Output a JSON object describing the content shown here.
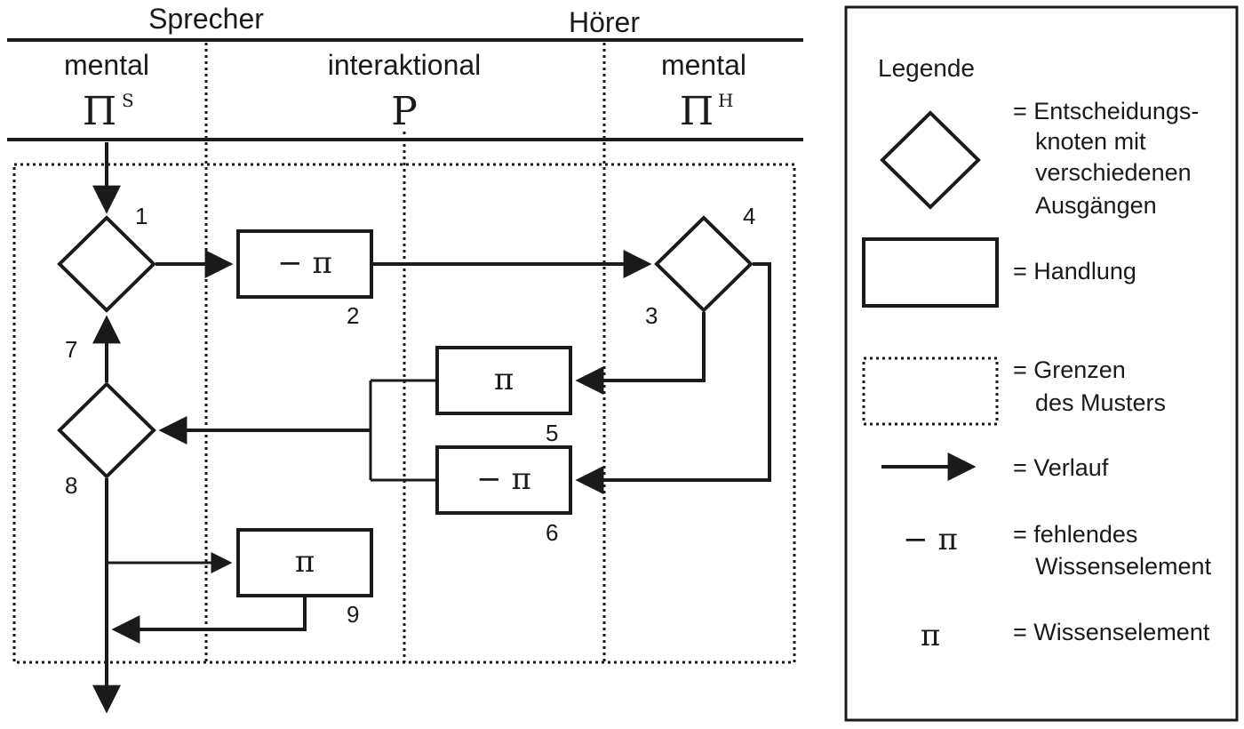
{
  "header": {
    "speaker": "Sprecher",
    "hearer": "Hörer",
    "columns": [
      {
        "label": "mental",
        "symbol": "Π",
        "sup": "S"
      },
      {
        "label": "interaktional",
        "symbol": "P",
        "sup": ""
      },
      {
        "label": "mental",
        "symbol": "Π",
        "sup": "H"
      }
    ]
  },
  "nodes": {
    "n1": "1",
    "n2": "2",
    "n3": "3",
    "n4": "4",
    "n5": "5",
    "n6": "6",
    "n7": "7",
    "n8": "8",
    "n9": "9"
  },
  "actions": {
    "a2": "− π",
    "a5": "π",
    "a6": "− π",
    "a9": "π"
  },
  "legend": {
    "title": "Legende",
    "decision": [
      "= Entscheidungs-",
      "knoten mit",
      "verschiedenen",
      "Ausgängen"
    ],
    "action": "= Handlung",
    "boundary": [
      "= Grenzen",
      "des Musters"
    ],
    "flow": "= Verlauf",
    "missing_symbol": "− π",
    "missing": [
      "= fehlendes",
      "Wissenselement"
    ],
    "knowledge_symbol": "π",
    "knowledge": "= Wissenselement"
  }
}
